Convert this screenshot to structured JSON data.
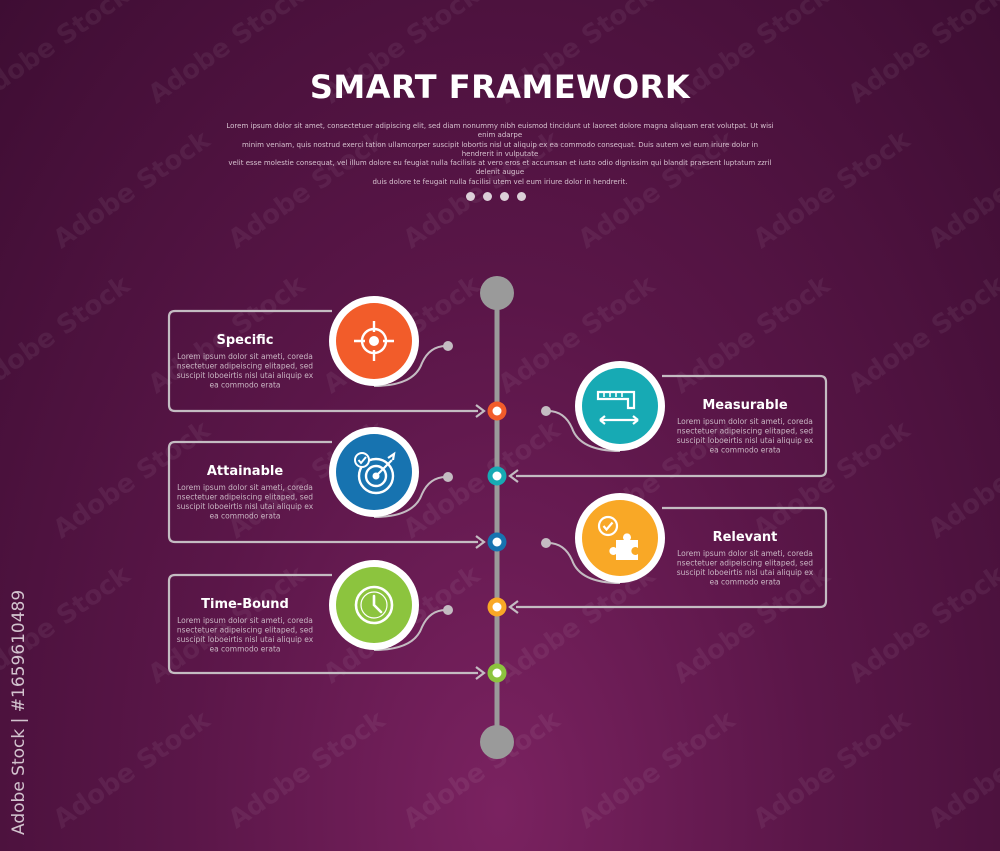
{
  "header": {
    "title": "SMART FRAMEWORK",
    "intro_lines": [
      "Lorem ipsum dolor sit amet, consectetuer adipiscing elit, sed diam nonummy nibh euismod tincidunt ut laoreet dolore magna aliquam erat volutpat. Ut wisi enim adarpe",
      "minim veniam, quis nostrud exerci tation ullamcorper suscipit lobortis nisl ut aliquip ex ea commodo consequat. Duis autem vel eum iriure dolor in hendrerit in vulputate",
      "velit esse molestie consequat, vel illum dolore eu feugiat nulla facilisis at vero eros et accumsan et iusto odio dignissim qui blandit praesent luptatum zzril delenit augue",
      "duis dolore te feugait nulla facilisi utem vel eum iriure dolor in hendrerit."
    ]
  },
  "items": [
    {
      "title": "Specific",
      "description": [
        "Lorem ipsum dolor sit ameti, coreda",
        "nsectetuer adipeiscing elitaped, sed",
        "suscipit loboeirtis nisl utai aliquip ex",
        "ea commodo erata"
      ],
      "color": "#f25c2a",
      "icon": "target-crosshair-icon"
    },
    {
      "title": "Measurable",
      "description": [
        "Lorem ipsum dolor sit ameti, coreda",
        "nsectetuer adipeiscing elitaped, sed",
        "suscipit loboeirtis nisl utai aliquip ex",
        "ea commodo erata"
      ],
      "color": "#17aab4",
      "icon": "ruler-measure-icon"
    },
    {
      "title": "Attainable",
      "description": [
        "Lorem ipsum dolor sit ameti, coreda",
        "nsectetuer adipeiscing elitaped, sed",
        "suscipit loboeirtis nisl utai aliquip ex",
        "ea commodo erata"
      ],
      "color": "#1773b0",
      "icon": "dartboard-check-icon"
    },
    {
      "title": "Relevant",
      "description": [
        "Lorem ipsum dolor sit ameti, coreda",
        "nsectetuer adipeiscing elitaped, sed",
        "suscipit loboeirtis nisl utai aliquip ex",
        "ea commodo erata"
      ],
      "color": "#f9a826",
      "icon": "puzzle-check-icon"
    },
    {
      "title": "Time-Bound",
      "description": [
        "Lorem ipsum dolor sit ameti, coreda",
        "nsectetuer adipeiscing elitaped, sed",
        "suscipit loboeirtis nisl utai aliquip ex",
        "ea commodo erata"
      ],
      "color": "#8cc43e",
      "icon": "clock-icon"
    }
  ],
  "colors": {
    "spine": "#9a9a9a",
    "connector": "#c4bcc2"
  },
  "watermark": {
    "side_text": "Adobe Stock | #1659610489",
    "tile_text": "Adobe Stock"
  }
}
